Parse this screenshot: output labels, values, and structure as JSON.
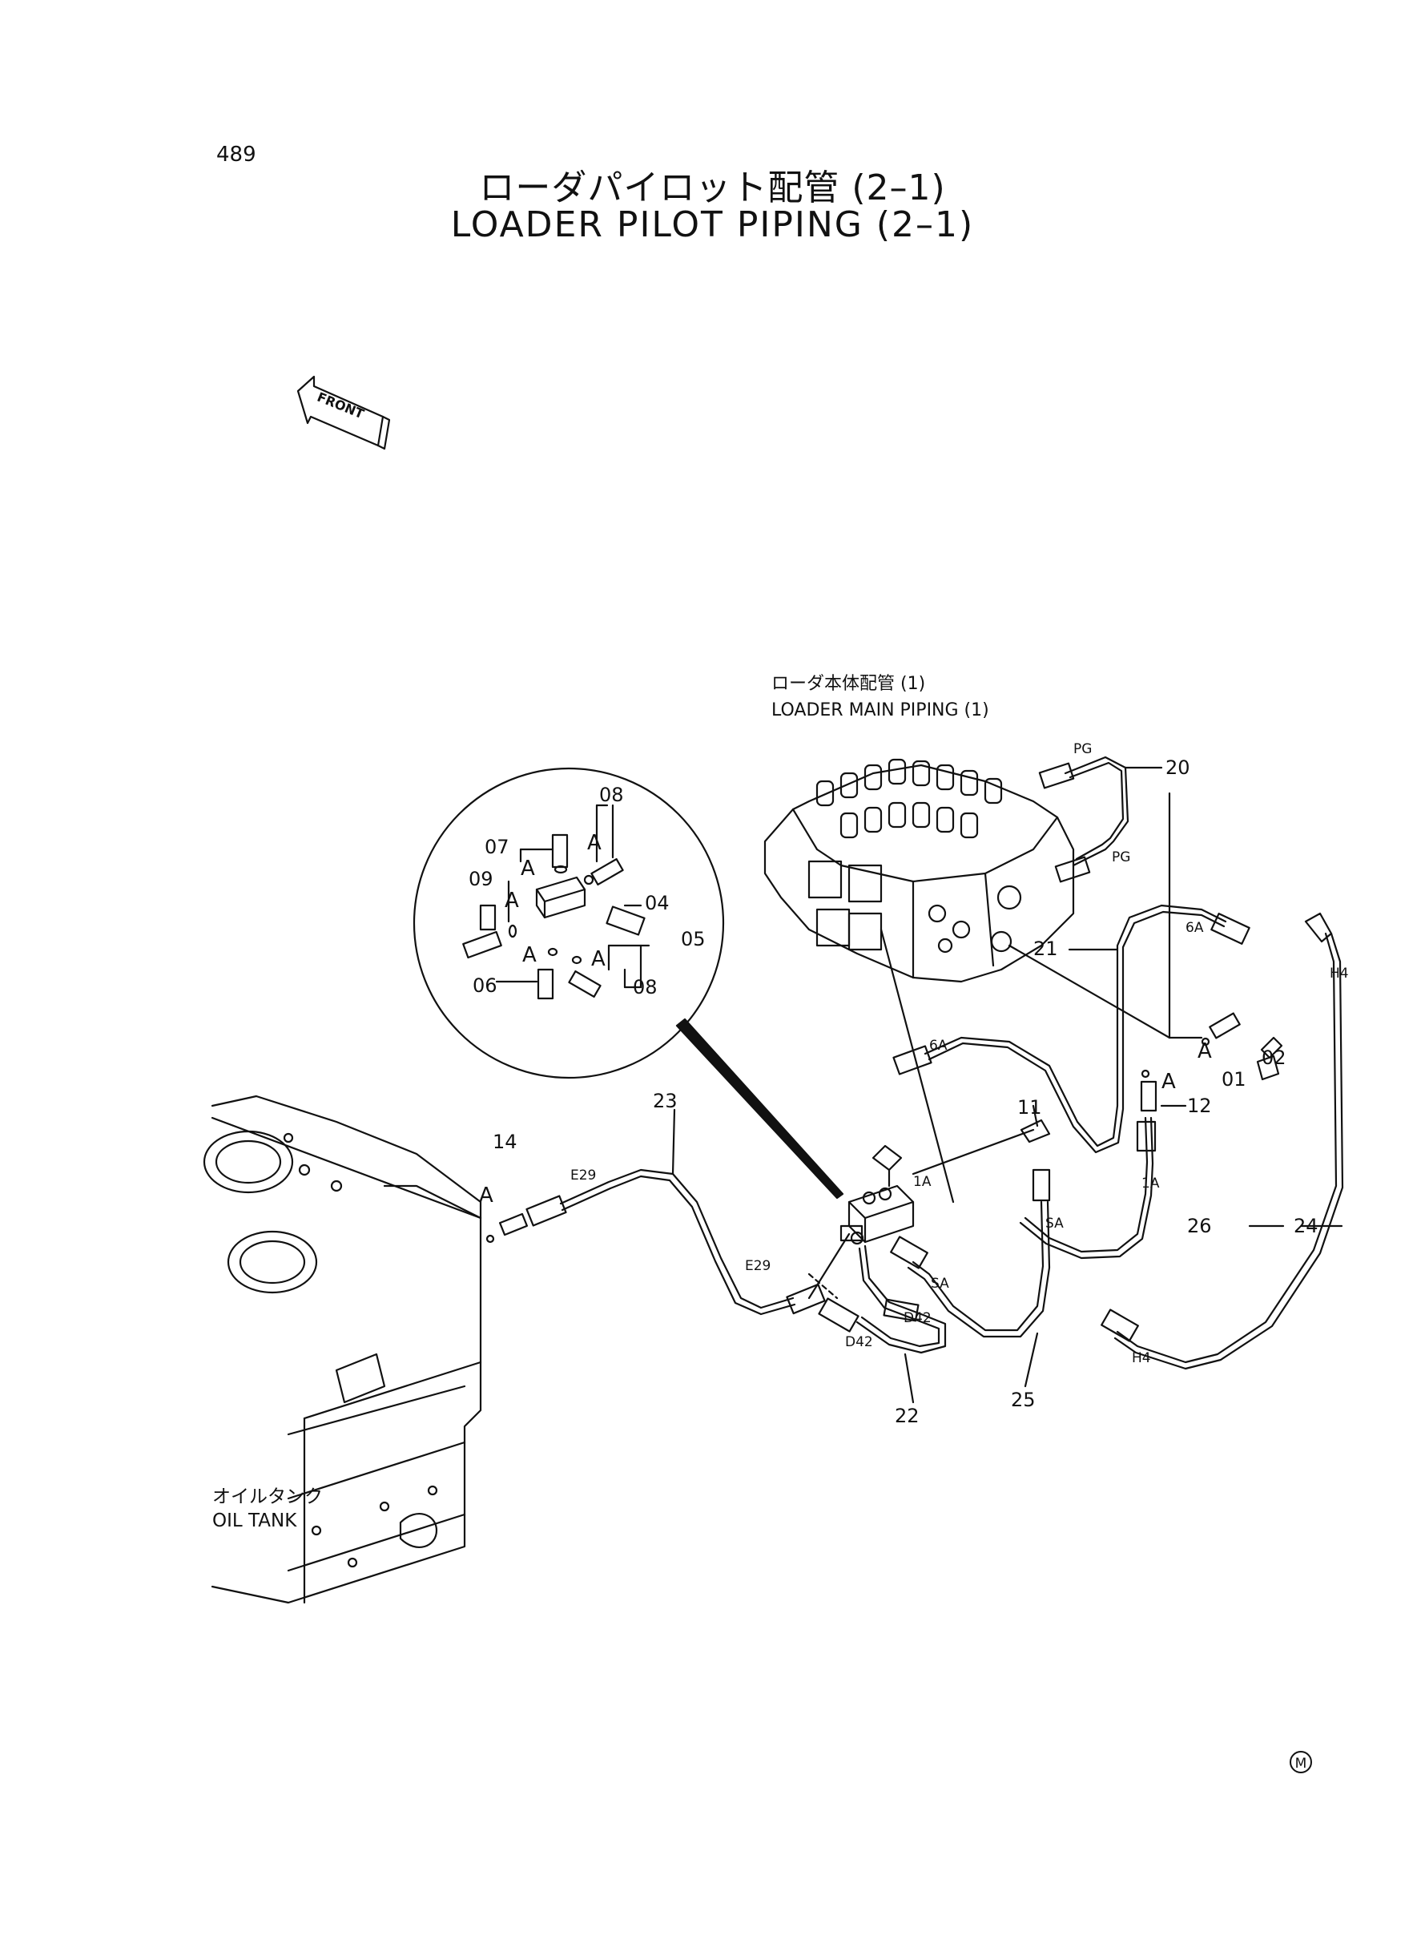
{
  "page": {
    "number": "489",
    "mark": "M"
  },
  "title": {
    "jp": "ローダパイロット配管 (2–1)",
    "en": "LOADER PILOT PIPING (2–1)"
  },
  "front_arrow": "FRONT",
  "references": {
    "main_piping_jp": "ローダ本体配管 (1)",
    "main_piping_en": "LOADER MAIN PIPING (1)",
    "oil_tank_jp": "オイルタンク",
    "oil_tank_en": "OIL TANK"
  },
  "detail_label": "A",
  "part_numbers": [
    "01",
    "02",
    "04",
    "05",
    "06",
    "07",
    "08",
    "09",
    "11",
    "12",
    "14",
    "20",
    "21",
    "22",
    "23",
    "24",
    "25",
    "26"
  ],
  "port_labels": [
    "PG",
    "6A",
    "1A",
    "SA",
    "H4",
    "E29",
    "D42"
  ]
}
